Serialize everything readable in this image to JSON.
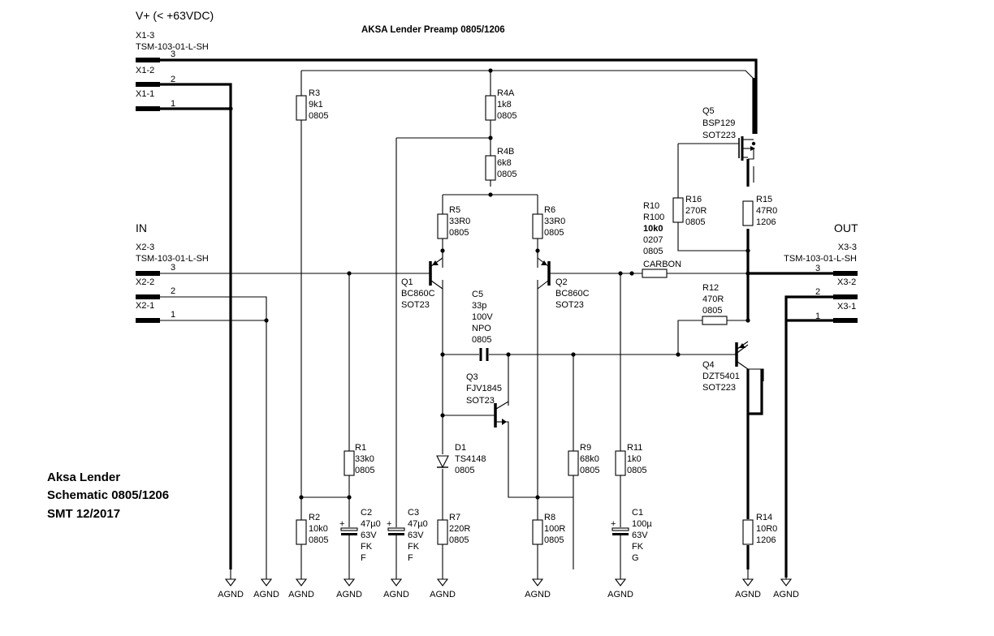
{
  "title": "AKSA Lender Preamp 0805/1206",
  "note": [
    "Aksa Lender",
    "Schematic 0805/1206",
    "SMT  12/2017"
  ],
  "power": {
    "label": "V+ (< +63VDC)"
  },
  "in_label": "IN",
  "out_label": "OUT",
  "connectors": {
    "x1_3": {
      "name": "X1-3",
      "part": "TSM-103-01-L-SH",
      "pin": "3"
    },
    "x1_2": {
      "name": "X1-2",
      "pin": "2"
    },
    "x1_1": {
      "name": "X1-1",
      "pin": "1"
    },
    "x2_3": {
      "name": "X2-3",
      "part": "TSM-103-01-L-SH",
      "pin": "3"
    },
    "x2_2": {
      "name": "X2-2",
      "pin": "2"
    },
    "x2_1": {
      "name": "X2-1",
      "pin": "1"
    },
    "x3_3": {
      "name": "X3-3",
      "part": "TSM-103-01-L-SH",
      "pin": "3"
    },
    "x3_2": {
      "name": "X3-2",
      "pin": "2"
    },
    "x3_1": {
      "name": "X3-1",
      "pin": "1"
    }
  },
  "parts": {
    "r3": [
      "R3",
      "9k1",
      "0805"
    ],
    "r4a": [
      "R4A",
      "1k8",
      "0805"
    ],
    "r4b": [
      "R4B",
      "6k8",
      "0805"
    ],
    "r5": [
      "R5",
      "33R0",
      "0805"
    ],
    "r6": [
      "R6",
      "33R0",
      "0805"
    ],
    "r10": [
      "R10",
      "R100",
      "10k0",
      "0207",
      "0805",
      "CARBON"
    ],
    "r16": [
      "R16",
      "270R",
      "0805"
    ],
    "r15": [
      "R15",
      "47R0",
      "1206"
    ],
    "q5": [
      "Q5",
      "BSP129",
      "SOT223"
    ],
    "q1": [
      "Q1",
      "BC860C",
      "SOT23"
    ],
    "q2": [
      "Q2",
      "BC860C",
      "SOT23"
    ],
    "c5": [
      "C5",
      "33p",
      "100V",
      "NPO",
      "0805"
    ],
    "r12": [
      "R12",
      "470R",
      "0805"
    ],
    "q4": [
      "Q4",
      "DZT5401",
      "SOT223"
    ],
    "q3": [
      "Q3",
      "FJV1845",
      "SOT23"
    ],
    "r1": [
      "R1",
      "33k0",
      "0805"
    ],
    "d1": [
      "D1",
      "TS4148",
      "0805"
    ],
    "r9": [
      "R9",
      "68k0",
      "0805"
    ],
    "r11": [
      "R11",
      "1k0",
      "0805"
    ],
    "r2": [
      "R2",
      "10k0",
      "0805"
    ],
    "c2": [
      "C2",
      "47µ0",
      "63V",
      "FK",
      "F"
    ],
    "c3": [
      "C3",
      "47µ0",
      "63V",
      "FK",
      "F"
    ],
    "r7": [
      "R7",
      "220R",
      "0805"
    ],
    "r8": [
      "R8",
      "100R",
      "0805"
    ],
    "c1": [
      "C1",
      "100µ",
      "63V",
      "FK",
      "G"
    ],
    "r14": [
      "R14",
      "10R0",
      "1206"
    ]
  },
  "polarity_mark": "+",
  "ground_label": "AGND"
}
